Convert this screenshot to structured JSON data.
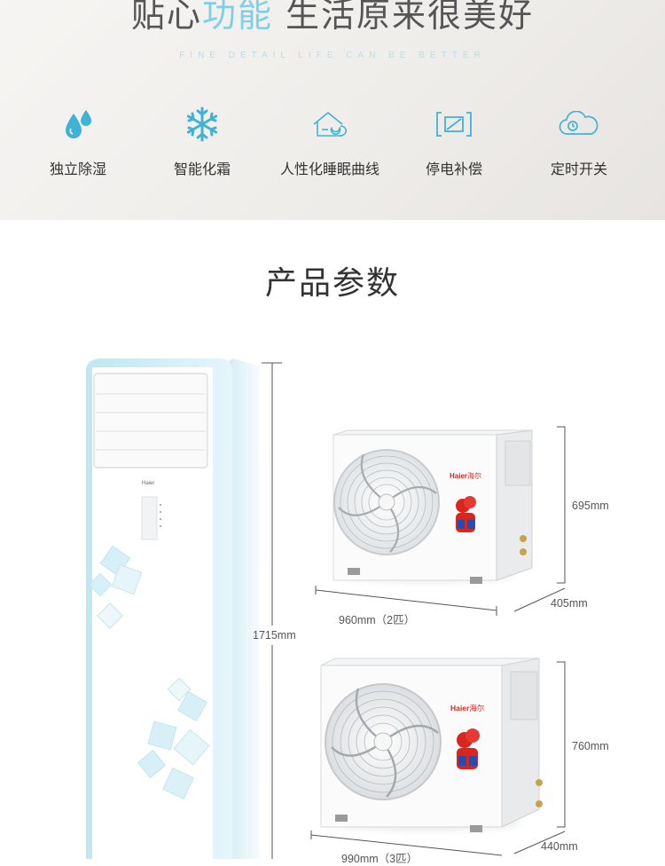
{
  "header": {
    "title_left": "贴心",
    "title_accent": "功能",
    "title_right": "生活原来很美好",
    "subtitle": "FINE DETAIL LIFE CAN BE BETTER"
  },
  "features": [
    {
      "icon": "water-drops-icon",
      "label": "独立除湿"
    },
    {
      "icon": "snowflake-icon",
      "label": "智能化霜"
    },
    {
      "icon": "sleep-house-icon",
      "label": "人性化睡眠曲线"
    },
    {
      "icon": "power-compensation-icon",
      "label": "停电补偿"
    },
    {
      "icon": "timer-cloud-icon",
      "label": "定时开关"
    }
  ],
  "params": {
    "title": "产品参数",
    "indoor_height": "1715mm",
    "unit_small": {
      "height": "695mm",
      "width": "960mm（2匹）",
      "depth": "405mm"
    },
    "unit_large": {
      "height": "760mm",
      "width": "990mm（3匹）",
      "depth": "440mm"
    }
  },
  "brand": {
    "logo_text": "Haier",
    "logo_cn": "海尔"
  },
  "colors": {
    "accent": "#7fd0e6",
    "icon": "#3fb3d6",
    "text": "#333333"
  }
}
